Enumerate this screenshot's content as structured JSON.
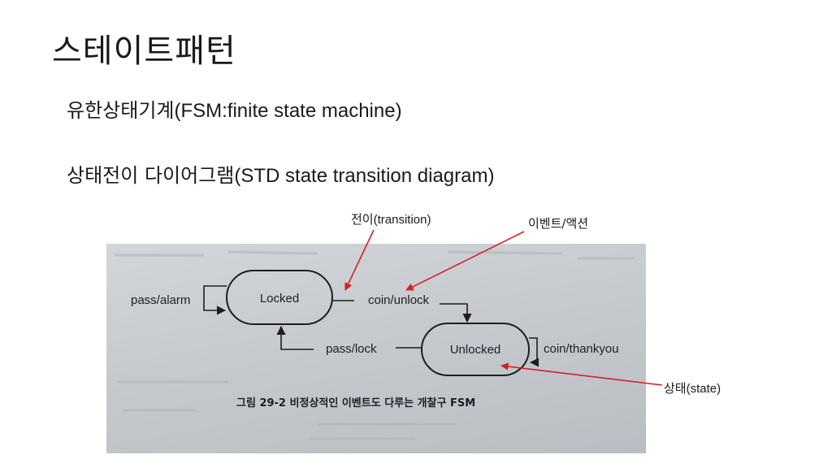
{
  "slide": {
    "title": "스테이트패턴",
    "line1": {
      "ko": "유한상태기계",
      "en": "(FSM:finite state machine)"
    },
    "line2": {
      "ko": "상태전이 다이어그램",
      "en": "(STD state transition diagram)"
    }
  },
  "annotations": {
    "transition": {
      "ko": "전이",
      "en": "(transition)"
    },
    "event_action": "이벤트/액션",
    "state": {
      "ko": "상태",
      "en": "(state)"
    },
    "arrow_color": "#d62020"
  },
  "diagram": {
    "states": [
      "Locked",
      "Unlocked"
    ],
    "transitions": [
      {
        "label": "pass/alarm"
      },
      {
        "label": "coin/unlock"
      },
      {
        "label": "pass/lock"
      },
      {
        "label": "coin/thankyou"
      }
    ],
    "caption": "그림 29-2  비정상적인 이벤트도 다루는 개찰구 FSM"
  }
}
